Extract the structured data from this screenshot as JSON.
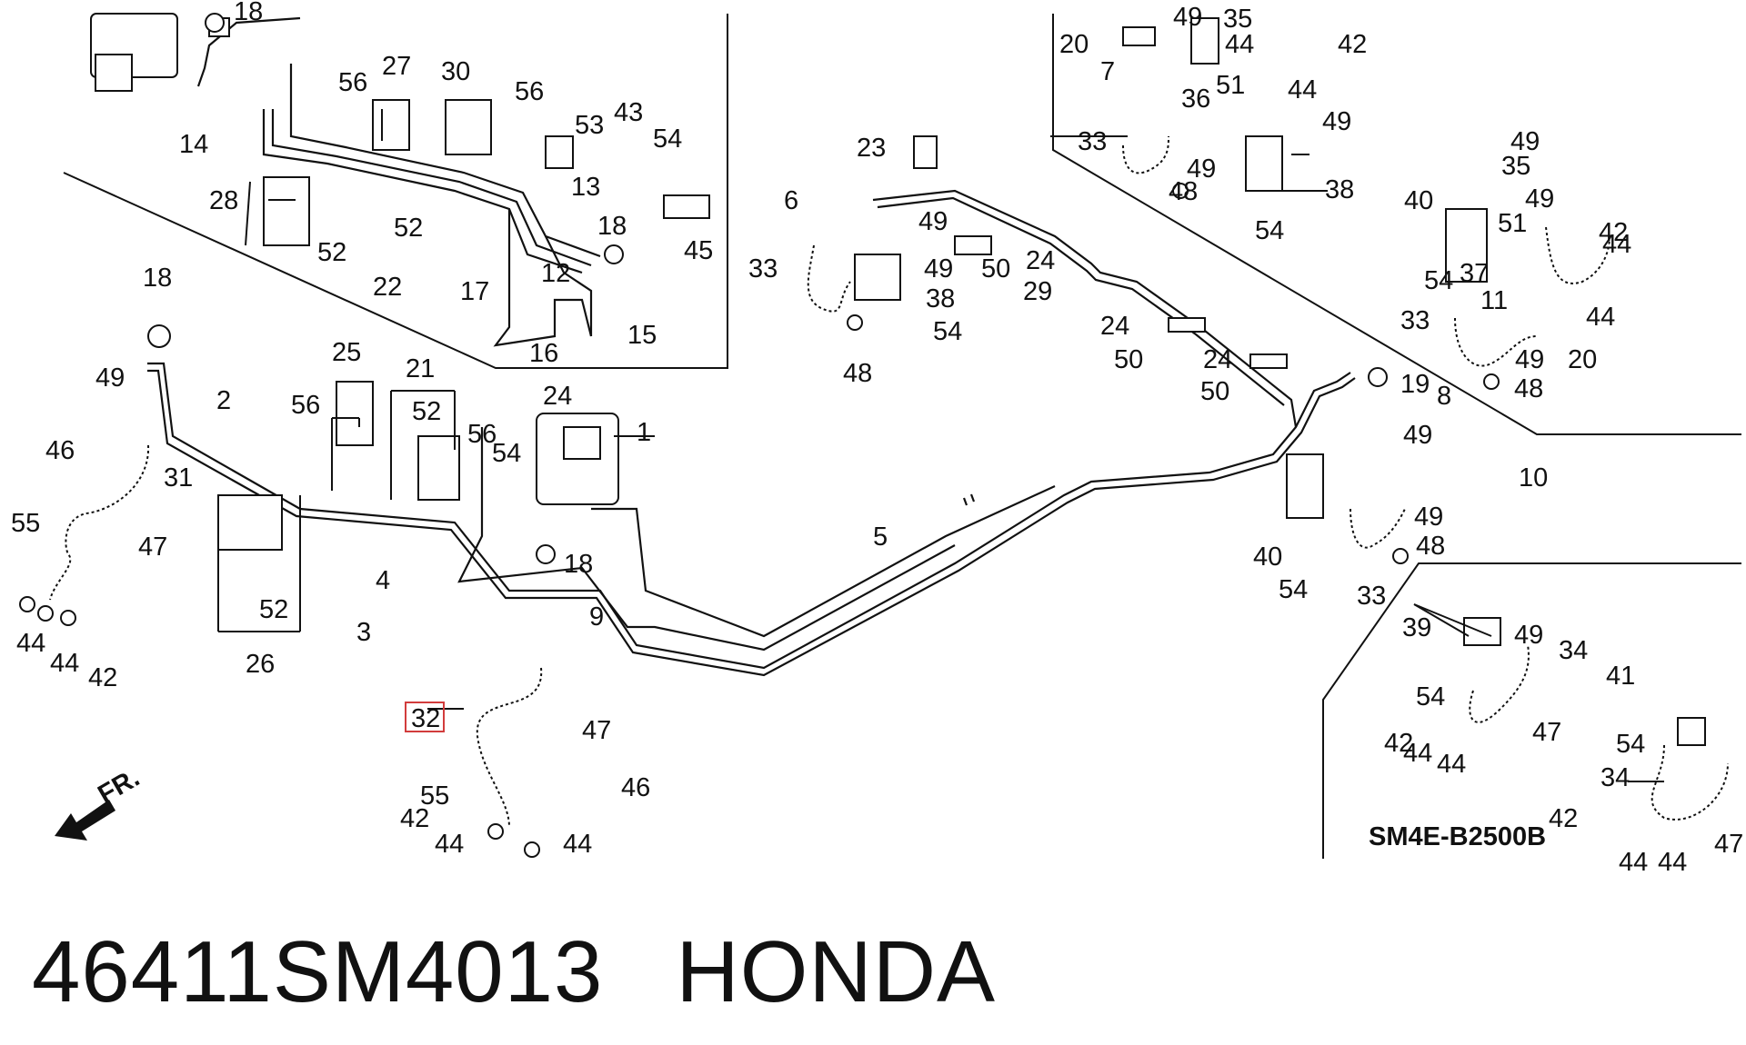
{
  "caption": {
    "part_number": "46411SM4013",
    "brand": "HONDA"
  },
  "diagram": {
    "code": "SM4E-B2500B",
    "direction_label": "FR.",
    "highlighted_callout": "32",
    "callouts": [
      "1",
      "2",
      "3",
      "4",
      "5",
      "6",
      "7",
      "8",
      "9",
      "10",
      "11",
      "12",
      "13",
      "14",
      "15",
      "16",
      "17",
      "18",
      "19",
      "20",
      "21",
      "22",
      "23",
      "24",
      "25",
      "26",
      "27",
      "28",
      "29",
      "30",
      "31",
      "32",
      "33",
      "34",
      "35",
      "36",
      "37",
      "38",
      "39",
      "40",
      "41",
      "42",
      "43",
      "44",
      "45",
      "46",
      "47",
      "48",
      "49",
      "50",
      "51",
      "52",
      "53",
      "54",
      "55",
      "56"
    ]
  }
}
